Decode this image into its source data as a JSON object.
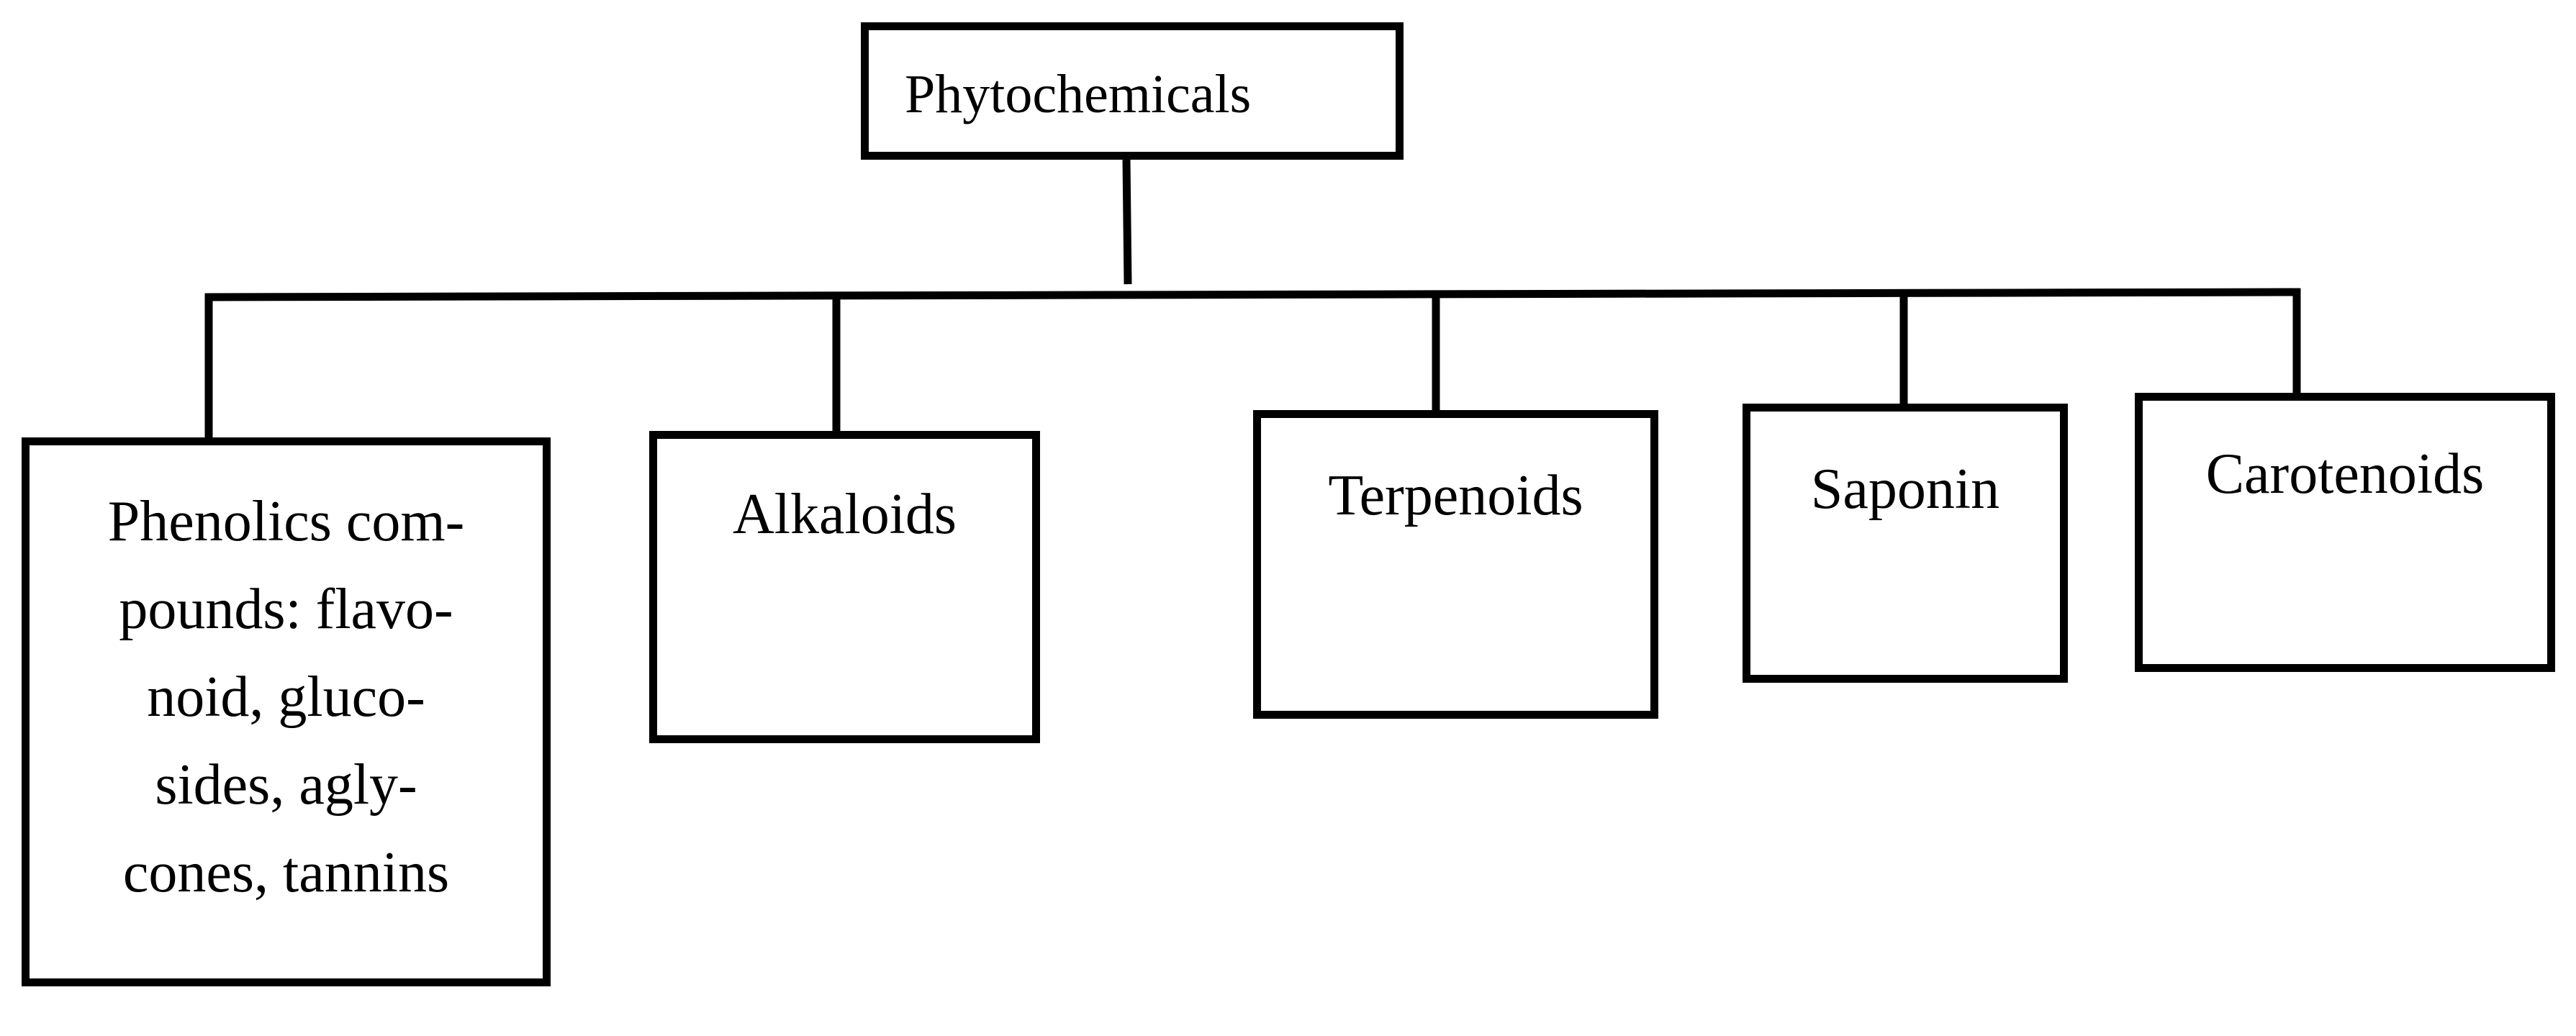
{
  "diagram": {
    "root": {
      "label": "Phytochemicals"
    },
    "children": [
      {
        "id": "phenolics",
        "label": "Phenolics com-\npounds: flavo-\nnoid, gluco-\nsides, agly-\ncones, tannins"
      },
      {
        "id": "alkaloids",
        "label": "Alkaloids"
      },
      {
        "id": "terpenoids",
        "label": "Terpenoids"
      },
      {
        "id": "saponin",
        "label": "Saponin"
      },
      {
        "id": "carotenoids",
        "label": "Carotenoids"
      }
    ]
  },
  "colors": {
    "stroke": "#000000",
    "background": "#ffffff"
  }
}
